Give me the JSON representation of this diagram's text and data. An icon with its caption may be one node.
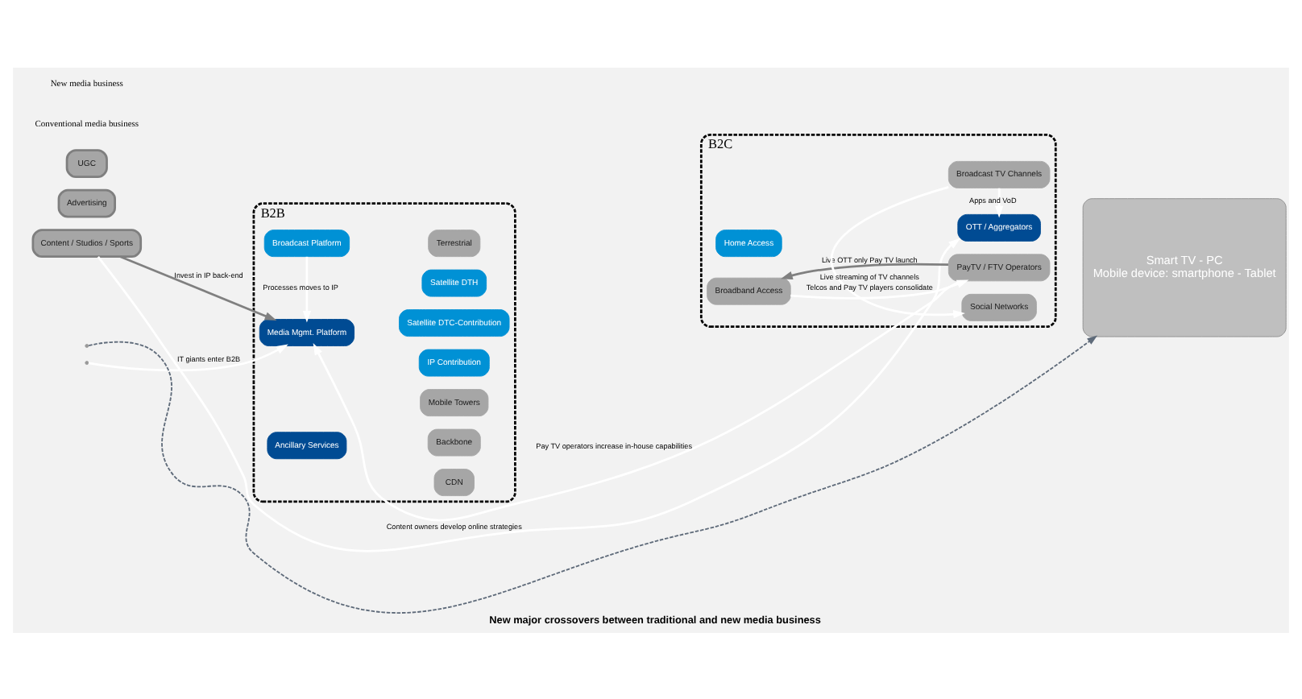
{
  "diagram": {
    "caption": "New major crossovers between traditional and new media business",
    "nodes": [
      {
        "text": [
          "Content / Studios / Sports"
        ]
      },
      {
        "text": [
          "Advertising"
        ]
      },
      {
        "text": [
          "UGC"
        ]
      },
      {
        "text": [
          "B2B"
        ]
      },
      {
        "text": [
          "Terrestrial"
        ],
        "in": 3
      },
      {
        "text": [
          "Broadcast Platform"
        ],
        "in": 3
      },
      {
        "text": [
          "Satellite DTH"
        ],
        "in": 3
      },
      {
        "text": [
          "Satellite DTC-Contribution"
        ],
        "in": 3
      },
      {
        "text": [
          "IP Contribution"
        ],
        "in": 3
      },
      {
        "text": [
          "Media Mgmt. Platform"
        ],
        "in": 3
      },
      {
        "text": [
          "Mobile Towers"
        ],
        "in": 3
      },
      {
        "text": [
          "Backbone"
        ],
        "in": 3
      },
      {
        "text": [
          "Ancillary Services"
        ],
        "in": 3
      },
      {
        "text": [
          "CDN"
        ],
        "in": 3
      },
      {
        "text": [
          "B2C"
        ]
      },
      {
        "text": [
          "Home Access"
        ],
        "in": 14
      },
      {
        "text": [
          "PayTV / FTV Operators"
        ],
        "in": 14
      },
      {
        "text": [
          "Broadcast TV Channels"
        ],
        "in": 14
      },
      {
        "text": [
          "OTT / Aggregators"
        ],
        "in": 14
      },
      {
        "text": [
          "Broadband Access"
        ],
        "in": 14
      },
      {
        "text": [
          "Social Networks"
        ],
        "in": 14
      },
      {
        "text": [
          "Smart TV - PC",
          "Mobile device: smartphone - Tablet"
        ]
      }
    ],
    "edges": [
      {
        "from": 0,
        "to": 9,
        "arrow": "to",
        "label": "Invest in IP back-end",
        "color": "#808080"
      },
      {
        "from": 5,
        "to": 9,
        "arrow": "to",
        "label": "Processes moves to IP"
      },
      {
        "from": 0,
        "to": 18,
        "arrow": "to",
        "label": "Content owners develop online strategies"
      },
      {
        "from": 16,
        "to": 9,
        "arrow": "to",
        "label": "Pay TV operators increase in-house capabilities"
      },
      {
        "from": 19,
        "to": 16,
        "arrow": "to",
        "label": "Telcos and Pay TV players consolidate"
      },
      {
        "from": 16,
        "to": 19,
        "arrow": "to",
        "label": "Live OTT only Pay TV launch",
        "color": "#808080"
      },
      {
        "from": 17,
        "to": 18,
        "arrow": "to",
        "label": "Apps and VoD"
      },
      {
        "from": 17,
        "to": 20,
        "arrow": "to",
        "label": "Live streaming of TV channels"
      },
      {
        "from": null,
        "to": 9,
        "arrow": "to",
        "label": "IT giants enter B2B"
      },
      {
        "from": null,
        "to": 21,
        "arrow": "to",
        "style": "dashed",
        "color": "#5f6b7a"
      }
    ],
    "labels": [
      "Conventional media business",
      "New media business"
    ]
  }
}
